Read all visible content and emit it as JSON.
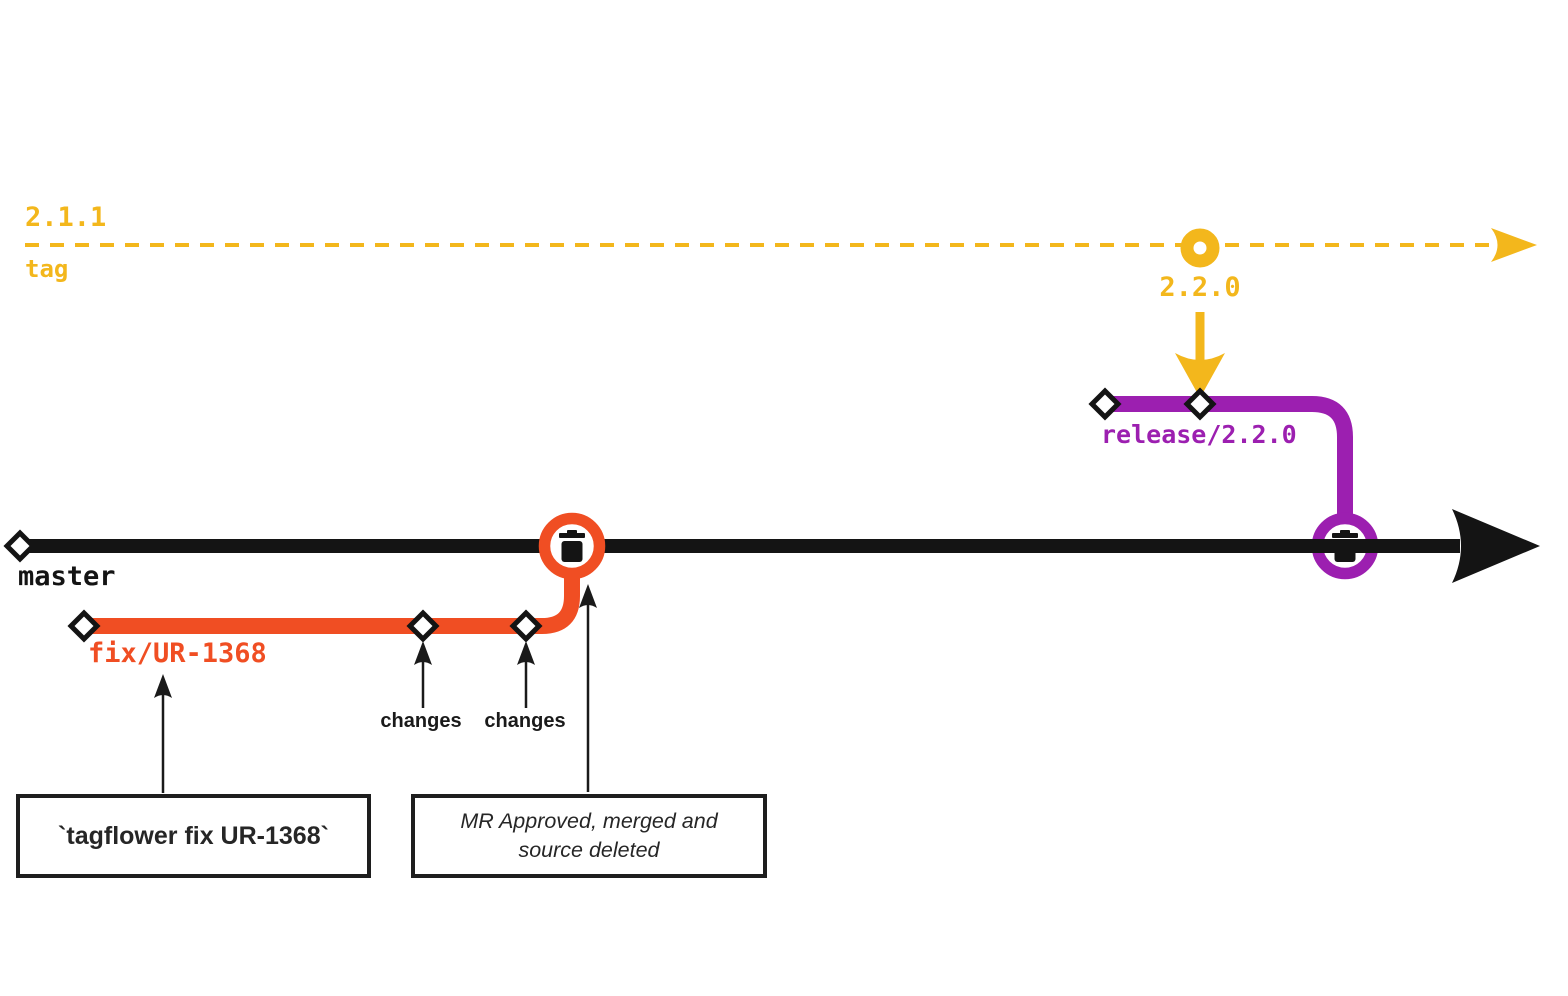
{
  "colors": {
    "tag": "#F3B71C",
    "master": "#141414",
    "fix": "#F04E23",
    "release": "#9C1FB0",
    "annotation": "#1A1A1A",
    "bg": "#FFFFFF"
  },
  "diagram": {
    "type": "git-branch-timeline",
    "tag_lane": {
      "previous_version": "2.1.1",
      "lane_label": "tag",
      "new_tag_version": "2.2.0"
    },
    "branches": {
      "master": {
        "label": "master"
      },
      "release": {
        "label": "release/2.2.0"
      },
      "fix": {
        "label": "fix/UR-1368"
      }
    },
    "commit_annotations": {
      "changes_1": "changes",
      "changes_2": "changes"
    },
    "notes": {
      "commit_message": "`tagflower fix UR-1368`",
      "merge_note": "MR Approved, merged and source deleted"
    },
    "icons": {
      "merge_source_deleted": "trash-icon",
      "commit_marker": "diamond-commit-icon",
      "tag_marker": "tag-point-icon"
    }
  }
}
